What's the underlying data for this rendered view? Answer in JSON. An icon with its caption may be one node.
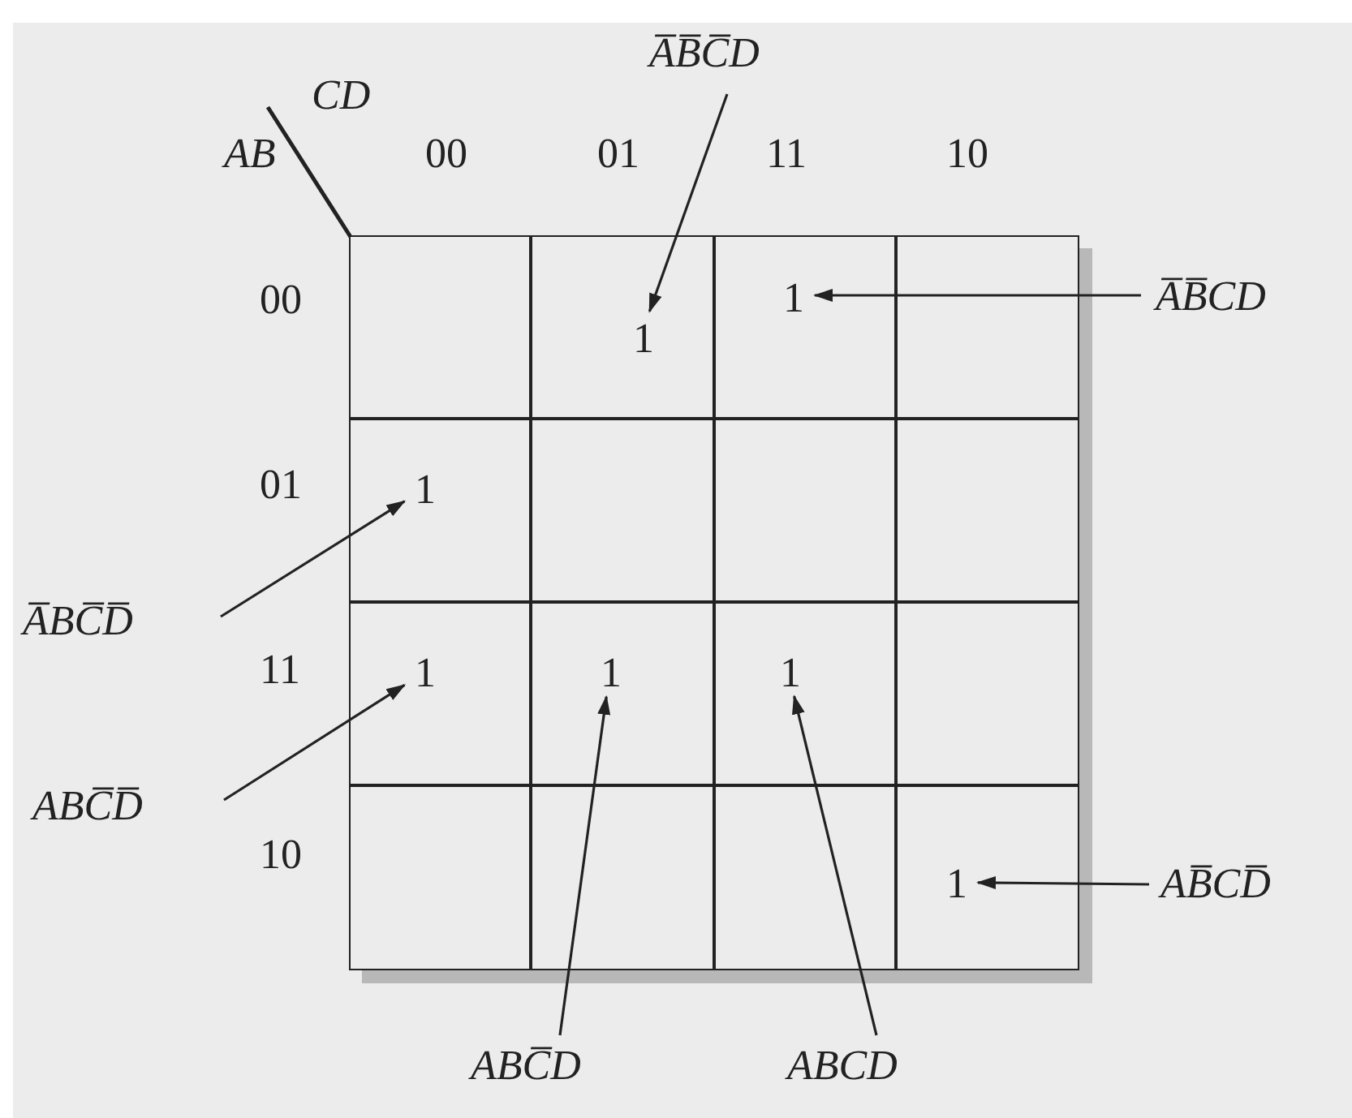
{
  "diagram": {
    "nodes": [
      {
        "text": [],
        "shape": "box"
      },
      {
        "text": [
          "1"
        ]
      },
      {
        "text": [
          "1"
        ]
      },
      {
        "text": [],
        "shape": "box"
      },
      {
        "text": [
          "1"
        ]
      },
      {
        "text": [],
        "shape": "box"
      },
      {
        "text": [],
        "shape": "box"
      },
      {
        "text": [],
        "shape": "box"
      },
      {
        "text": [
          "1"
        ]
      },
      {
        "text": [
          "1"
        ]
      },
      {
        "text": [
          "1"
        ]
      },
      {
        "text": [],
        "shape": "box"
      },
      {
        "text": [],
        "shape": "box"
      },
      {
        "text": [],
        "shape": "box"
      },
      {
        "text": [],
        "shape": "box"
      },
      {
        "text": [
          "1"
        ]
      },
      {
        "text": [
          "A̅B̅C̅D"
        ]
      },
      {
        "text": [
          "A̅B̅CD"
        ]
      },
      {
        "text": [
          "A̅BC̅D̅"
        ]
      },
      {
        "text": [
          "ABC̅D̅"
        ]
      },
      {
        "text": [
          "AB̅CD̅"
        ]
      },
      {
        "text": [
          "ABC̅D"
        ]
      },
      {
        "text": [
          "ABCD"
        ]
      }
    ],
    "edges": [
      {
        "from": 16,
        "to": 1,
        "arrow": "to"
      },
      {
        "from": 17,
        "to": 2,
        "arrow": "to"
      },
      {
        "from": 18,
        "to": 4,
        "arrow": "to"
      },
      {
        "from": 19,
        "to": 8,
        "arrow": "to"
      },
      {
        "from": 20,
        "to": 15,
        "arrow": "to"
      },
      {
        "from": 21,
        "to": 9,
        "arrow": "to"
      },
      {
        "from": 22,
        "to": 10,
        "arrow": "to"
      }
    ],
    "labels": [
      "CD",
      "AB",
      "00",
      "01",
      "11",
      "10",
      "00",
      "01",
      "11",
      "10"
    ]
  }
}
